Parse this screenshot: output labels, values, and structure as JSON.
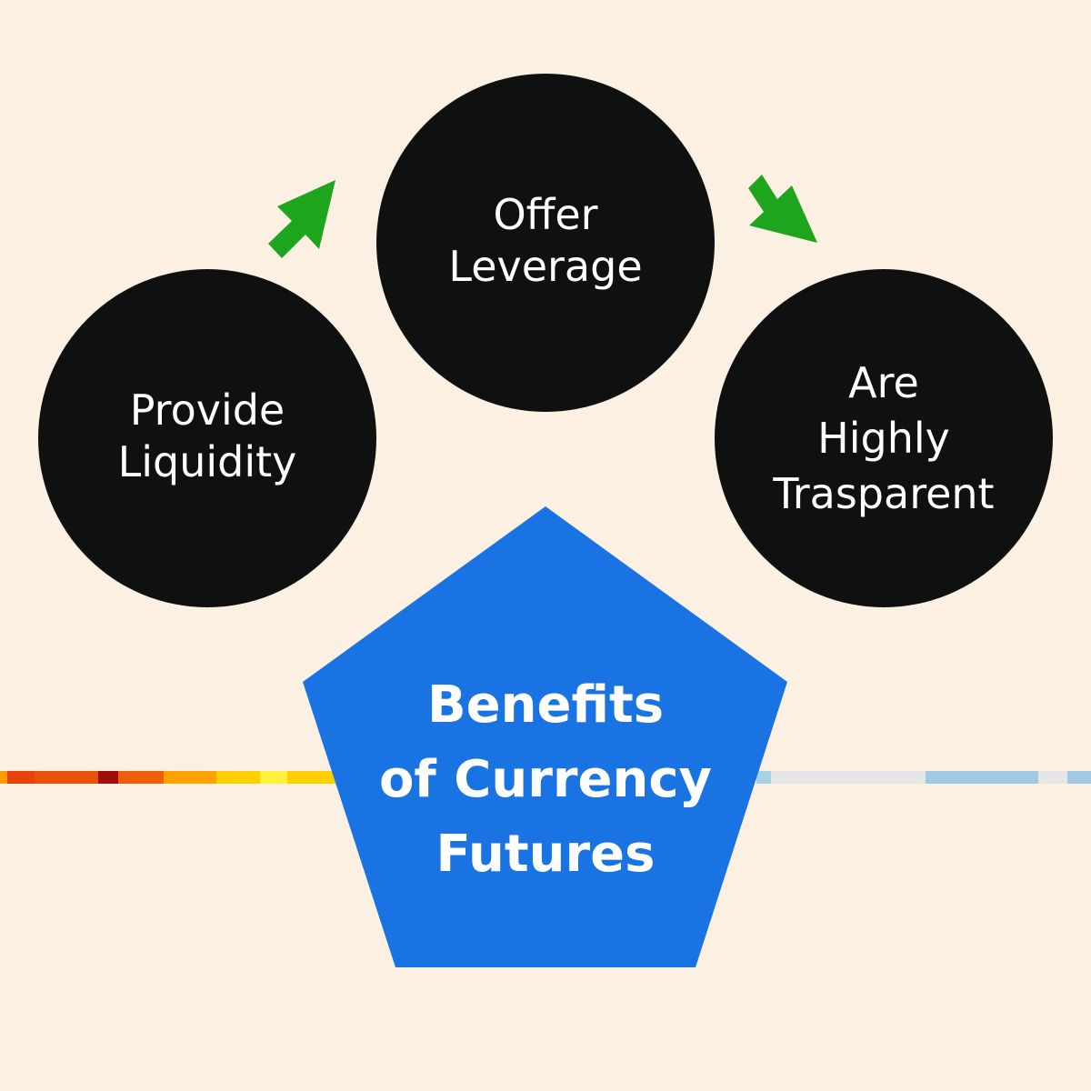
{
  "colors": {
    "background": "#fcf0e3",
    "circle_fill": "#0f1010",
    "circle_text": "#ffffff",
    "pentagon_fill": "#1a73e3",
    "pentagon_text": "#ffffff",
    "arrow_fill": "#1ea51e"
  },
  "center": {
    "title_lines": [
      "Benefits",
      "of Currency",
      "Futures"
    ]
  },
  "benefits": [
    {
      "id": "provide-liquidity",
      "lines": [
        "Provide",
        "Liquidity"
      ]
    },
    {
      "id": "offer-leverage",
      "lines": [
        "Offer",
        "Leverage"
      ]
    },
    {
      "id": "highly-transparent",
      "lines": [
        "Are",
        "Highly",
        "Trasparent"
      ]
    }
  ],
  "arrows": [
    {
      "id": "arrow-up-right",
      "icon": "arrow-up-right-icon",
      "direction": "up-right"
    },
    {
      "id": "arrow-down-right",
      "icon": "arrow-down-right-icon",
      "direction": "down-right"
    }
  ],
  "decorative_stripe": {
    "warm_colors": [
      "#ff9c00",
      "#e8440a",
      "#e8520a",
      "#9e0f0a",
      "#f05e0a",
      "#ffa200",
      "#ffd000",
      "#fff13a",
      "#ffd000"
    ],
    "cool_colors": [
      "#a8d1e6",
      "#e6e6e6",
      "#a0cbe2",
      "#e6e6e6",
      "#a0cbe2"
    ]
  }
}
